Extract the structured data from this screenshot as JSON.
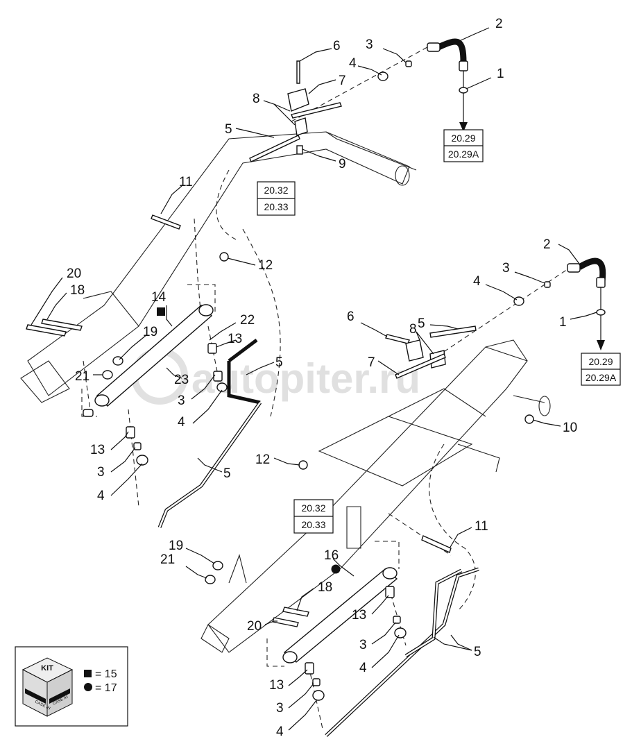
{
  "callouts": {
    "c2a": "2",
    "c3a": "3",
    "c6a": "6",
    "c4a": "4",
    "c1a": "1",
    "c7a": "7",
    "c8a": "8",
    "c5a": "5",
    "c9a": "9",
    "c11a": "11",
    "c12a": "12",
    "c20a": "20",
    "c18a": "18",
    "c14": "14",
    "c19a": "19",
    "c22": "22",
    "c13a": "13",
    "c5b": "5",
    "c21a": "21",
    "c23": "23",
    "c3b": "3",
    "c4b": "4",
    "c13b": "13",
    "c3c": "3",
    "c4c": "4",
    "c5c": "5",
    "c2b": "2",
    "c3d": "3",
    "c4d": "4",
    "c1b": "1",
    "c6b": "6",
    "c8b": "8",
    "c5d": "5",
    "c7b": "7",
    "c10": "10",
    "c12b": "12",
    "c11b": "11",
    "c16": "16",
    "c19b": "19",
    "c21b": "21",
    "c18b": "18",
    "c20b": "20",
    "c13c": "13",
    "c3e": "3",
    "c5e": "5",
    "c4e": "4",
    "c13d": "13",
    "c3f": "3",
    "c4f": "4"
  },
  "refs": {
    "ref1_top": "20.29",
    "ref1_bot": "20.29A",
    "ref2_top": "20.32",
    "ref2_bot": "20.33",
    "ref3_top": "20.29",
    "ref3_bot": "20.29A",
    "ref4_top": "20.32",
    "ref4_bot": "20.33"
  },
  "kit": {
    "badge": "KIT",
    "side_left": "CASE IH",
    "side_right": "CASE IH",
    "square_eq": "= 15",
    "circle_eq": "= 17"
  },
  "watermark": "autopiter.ru"
}
